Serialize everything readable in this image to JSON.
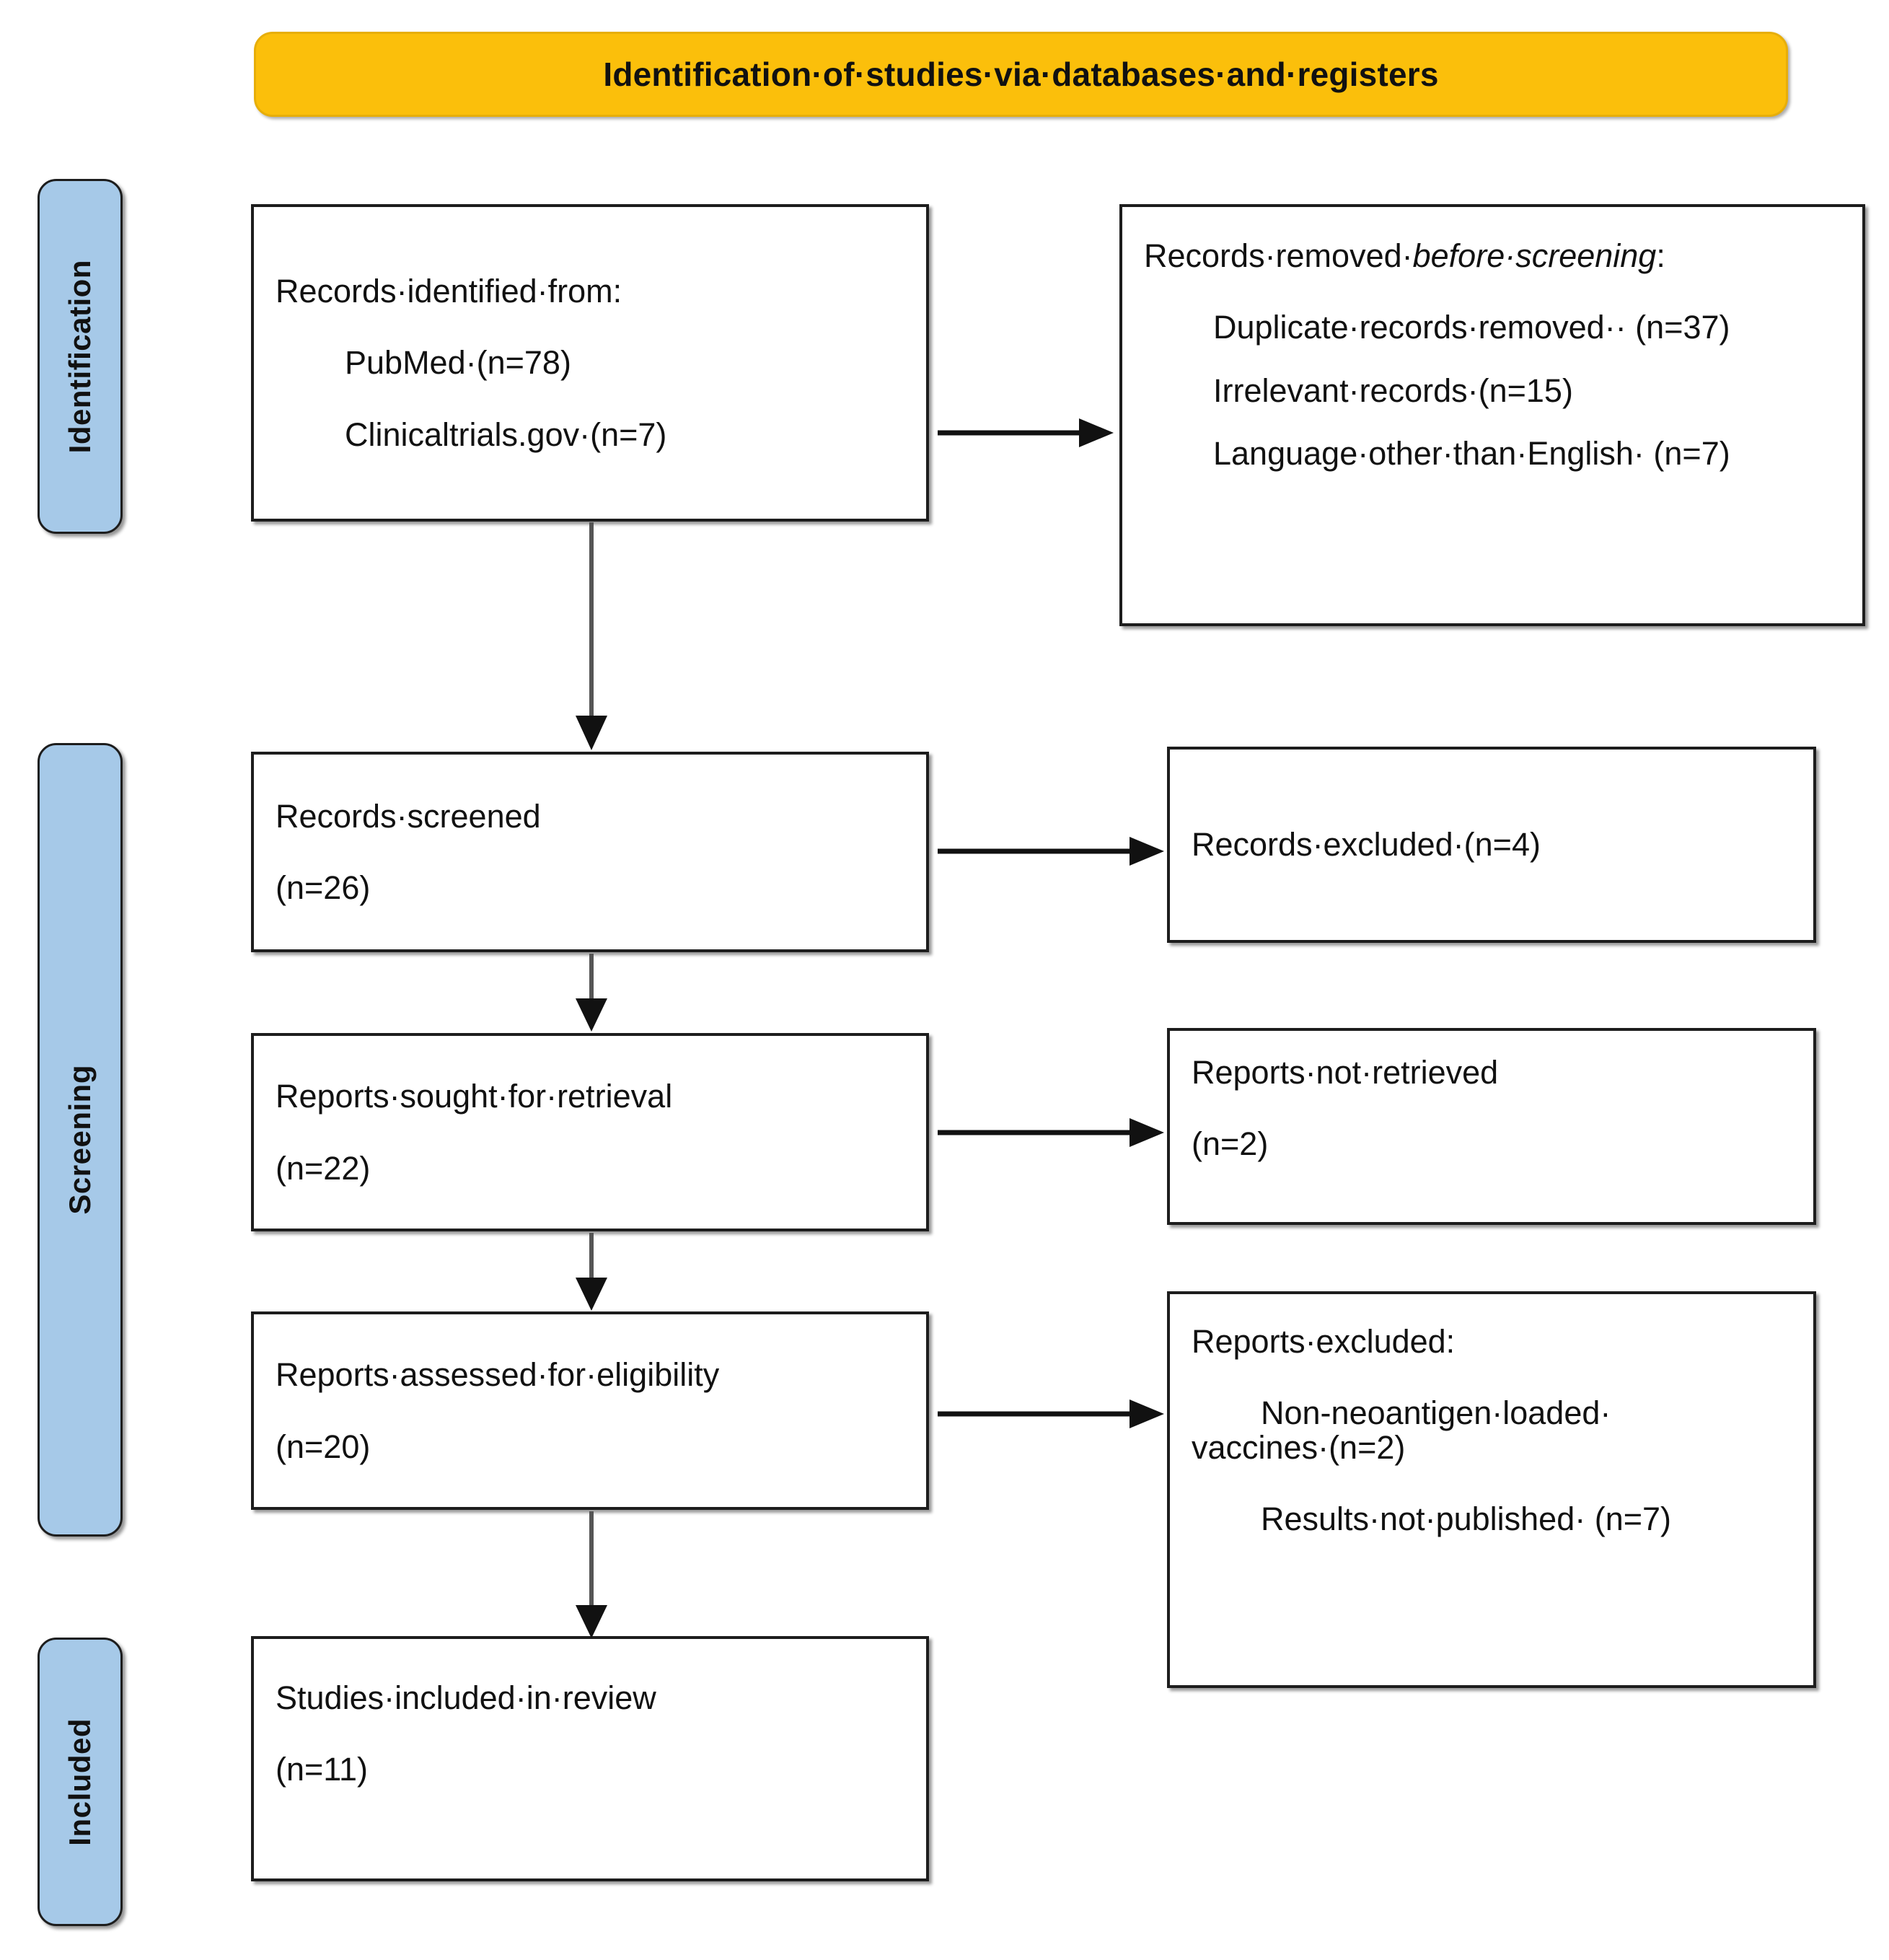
{
  "header": {
    "title": "Identification·of·studies·via·databases·and·registers"
  },
  "stages": {
    "identification": "Identification",
    "screening": "Screening",
    "included": "Included"
  },
  "boxes": {
    "identified": {
      "title": "Records·identified·from:",
      "items": [
        "PubMed·(n=78)",
        "Clinicaltrials.gov·(n=7)"
      ]
    },
    "removed": {
      "title_prefix": "Records·removed·",
      "title_em": "before·screening",
      "title_suffix": ":",
      "items": [
        "Duplicate·records·removed·· (n=37)",
        "Irrelevant·records·(n=15)",
        "Language·other·than·English· (n=7)"
      ]
    },
    "screened": {
      "title": "Records·screened",
      "count": "(n=26)"
    },
    "excluded": {
      "title": "Records·excluded·(n=4)"
    },
    "sought": {
      "title": "Reports·sought·for·retrieval",
      "count": "(n=22)"
    },
    "not_retrieved": {
      "title": "Reports·not·retrieved",
      "count": "(n=2)"
    },
    "assessed": {
      "title": "Reports·assessed·for·eligibility",
      "count": "(n=20)"
    },
    "reports_excluded": {
      "title": "Reports·excluded:",
      "items": [
        "Non-neoantigen·loaded· vaccines·(n=2)",
        "Results·not·published· (n=7)"
      ]
    },
    "included": {
      "title": "Studies·included·in·review",
      "count": "(n=11)"
    }
  },
  "colors": {
    "banner": "#FBBF0B",
    "stage_tab": "#A6C9E8",
    "box_border": "#1d1d1d",
    "text": "#111111",
    "arrow_horizontal": "#111111",
    "arrow_vertical": "#555555"
  },
  "arrows": {
    "identified_to_removed": "horizontal",
    "identified_to_screened": "vertical",
    "screened_to_excluded": "horizontal",
    "screened_to_sought": "vertical",
    "sought_to_not_retrieved": "horizontal",
    "sought_to_assessed": "vertical",
    "assessed_to_reports_excluded": "horizontal",
    "assessed_to_included": "vertical"
  }
}
